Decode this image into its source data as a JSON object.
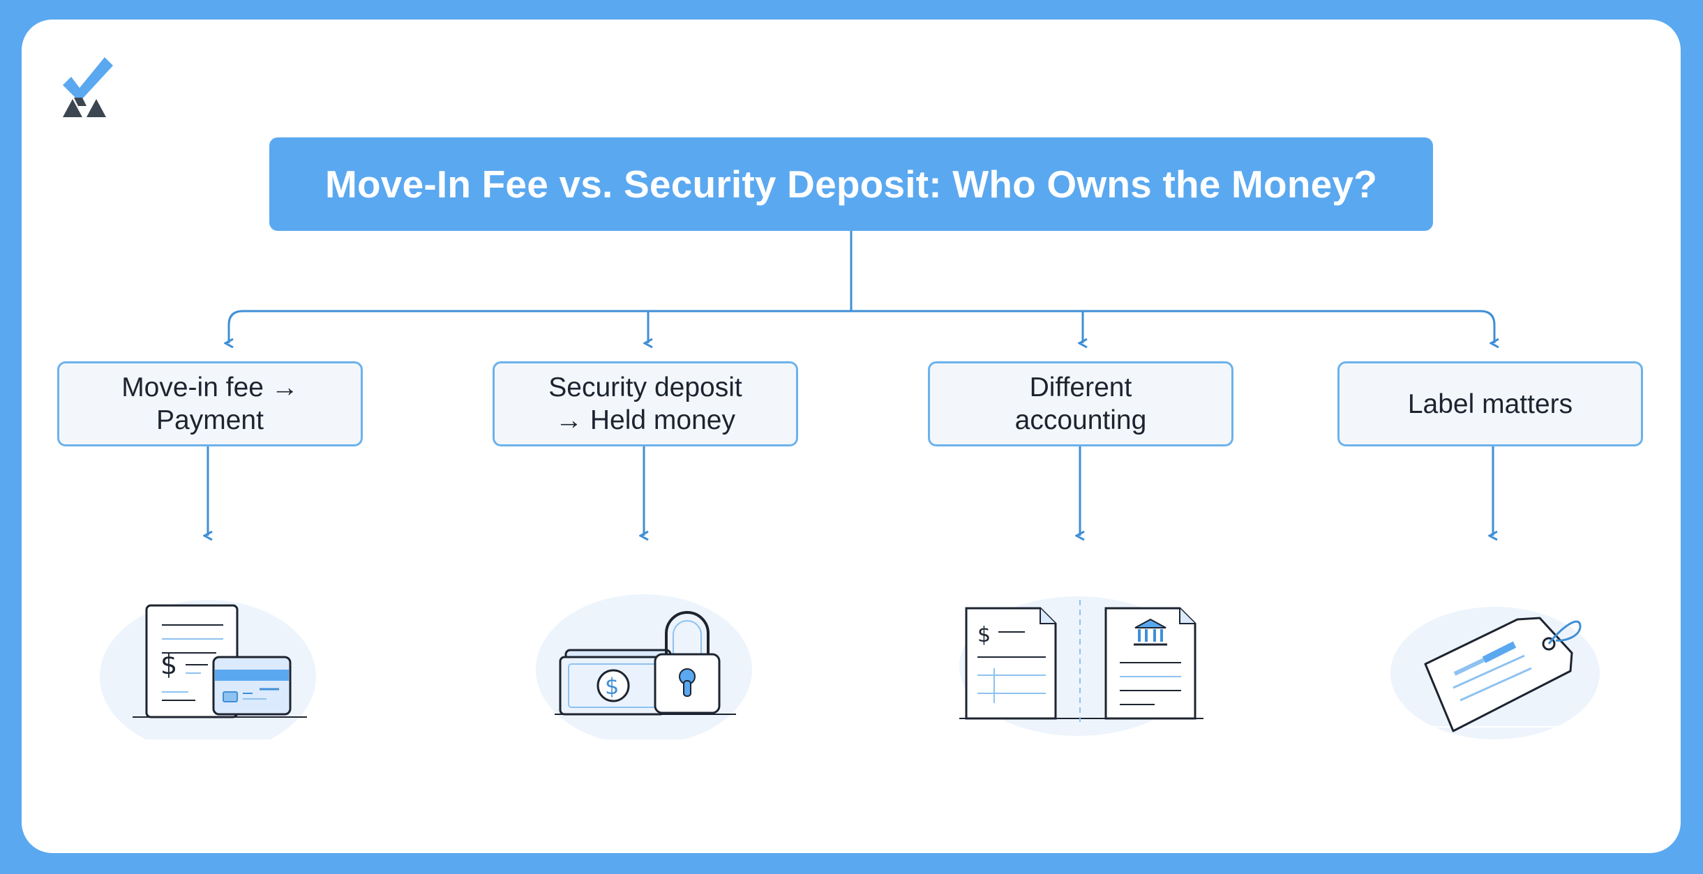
{
  "title": "Move-In Fee vs. Security Deposit: Who Owns the Money?",
  "nodes": [
    {
      "label": "Move-in fee →\nPayment",
      "icon": "invoice-and-credit-card-icon"
    },
    {
      "label": "Security deposit\n→ Held money",
      "icon": "cash-with-padlock-icon"
    },
    {
      "label": "Different\naccounting",
      "icon": "two-ledger-documents-icon"
    },
    {
      "label": "Label matters",
      "icon": "price-tag-icon"
    }
  ],
  "glyphs": {
    "dollar": "$"
  },
  "colors": {
    "frame": "#5aa8f0",
    "title_bg": "#5aa8f0",
    "connector": "#3f8fd6",
    "node_border": "#6cb2ec",
    "node_bg": "#f3f7fb",
    "ink": "#1d2430"
  }
}
